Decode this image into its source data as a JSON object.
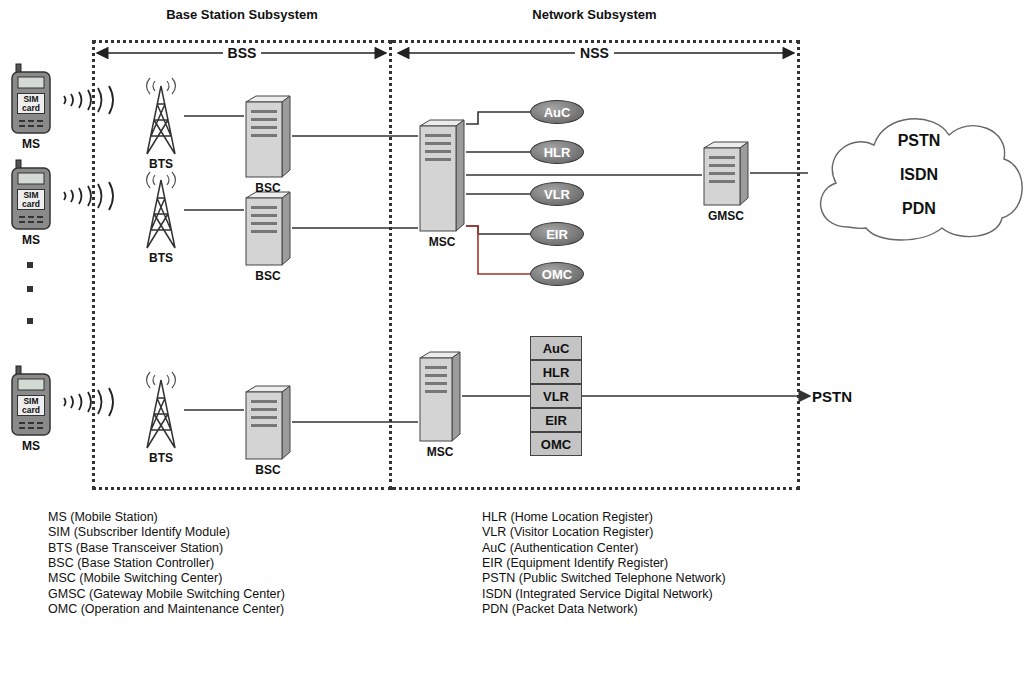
{
  "diagram": {
    "nodes": [
      {
        "text": [
          "Base Station Subsystem",
          "BSS"
        ]
      },
      {
        "text": [
          "Network Subsystem",
          "NSS"
        ]
      },
      {
        "text": [
          "SIM card",
          "MS"
        ]
      },
      {
        "text": [
          "SIM card",
          "MS"
        ]
      },
      {
        "text": [
          "SIM card",
          "MS"
        ]
      },
      {
        "text": [
          "BTS"
        ],
        "in": 0
      },
      {
        "text": [
          "BTS"
        ],
        "in": 0
      },
      {
        "text": [
          "BTS"
        ],
        "in": 0
      },
      {
        "text": [
          "BSC"
        ],
        "in": 0
      },
      {
        "text": [
          "BSC"
        ],
        "in": 0
      },
      {
        "text": [
          "BSC"
        ],
        "in": 0
      },
      {
        "text": [
          "MSC"
        ],
        "in": 1
      },
      {
        "text": [
          "AuC"
        ],
        "in": 1
      },
      {
        "text": [
          "HLR"
        ],
        "in": 1
      },
      {
        "text": [
          "VLR"
        ],
        "in": 1
      },
      {
        "text": [
          "EIR"
        ],
        "in": 1
      },
      {
        "text": [
          "OMC"
        ],
        "in": 1
      },
      {
        "text": [
          "GMSC"
        ],
        "in": 1
      },
      {
        "text": [
          "PSTN",
          "ISDN",
          "PDN"
        ]
      },
      {
        "text": [
          "MSC"
        ],
        "in": 1
      },
      {
        "text": [
          "AuC"
        ],
        "in": 1
      },
      {
        "text": [
          "HLR"
        ],
        "in": 1
      },
      {
        "text": [
          "VLR"
        ],
        "in": 1
      },
      {
        "text": [
          "EIR"
        ],
        "in": 1
      },
      {
        "text": [
          "OMC"
        ],
        "in": 1
      },
      {
        "text": [
          "PSTN"
        ]
      }
    ],
    "edges": [
      {
        "from": 5,
        "to": 8,
        "arrow": "none"
      },
      {
        "from": 6,
        "to": 9,
        "arrow": "none"
      },
      {
        "from": 7,
        "to": 10,
        "arrow": "none"
      },
      {
        "from": 8,
        "to": 11,
        "arrow": "none"
      },
      {
        "from": 9,
        "to": 11,
        "arrow": "none"
      },
      {
        "from": 10,
        "to": 19,
        "arrow": "none"
      },
      {
        "from": 11,
        "to": 12,
        "arrow": "none"
      },
      {
        "from": 11,
        "to": 13,
        "arrow": "none"
      },
      {
        "from": 11,
        "to": 14,
        "arrow": "none"
      },
      {
        "from": 11,
        "to": 15,
        "arrow": "none"
      },
      {
        "from": 11,
        "to": 16,
        "arrow": "none"
      },
      {
        "from": 11,
        "to": 17,
        "arrow": "none"
      },
      {
        "from": 17,
        "to": 18,
        "arrow": "none"
      },
      {
        "from": 19,
        "to": 22,
        "arrow": "none"
      },
      {
        "from": 22,
        "to": 25,
        "arrow": "to"
      }
    ],
    "labels": [
      "MS (Mobile Station)",
      "SIM (Subscriber Identify Module)",
      "BTS (Base Transceiver Station)",
      "BSC (Base Station Controller)",
      "MSC (Mobile Switching Center)",
      "GMSC (Gateway Mobile Switching Center)",
      "OMC (Operation and Maintenance Center)",
      "HLR (Home Location Register)",
      "VLR (Visitor Location Register)",
      "AuC (Authentication Center)",
      "EIR (Equipment Identify Register)",
      "PSTN (Public Switched Telephone Network)",
      "ISDN (Integrated Service Digital Network)",
      "PDN (Packet Data Network)"
    ]
  }
}
